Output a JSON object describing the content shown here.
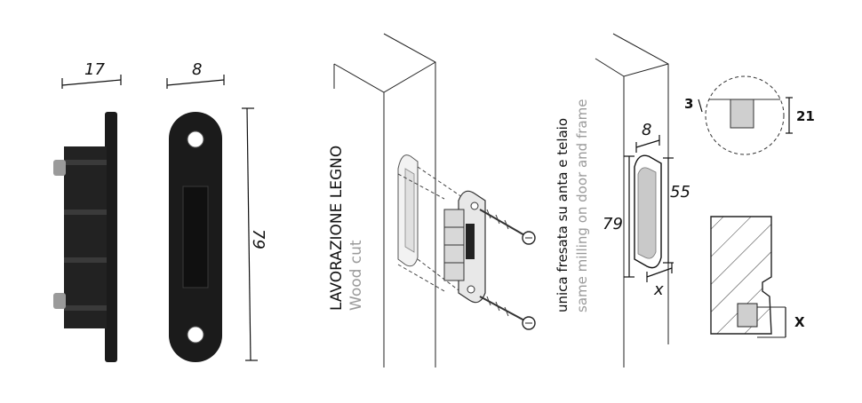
{
  "panels": {
    "side_view": {
      "width_label": "17"
    },
    "front_view": {
      "width_label": "8",
      "height_label": "79"
    },
    "wood_cut": {
      "title": "LAVORAZIONE LEGNO",
      "subtitle": "Wood cut"
    },
    "milling": {
      "caption_it": "unica fresata su anta e telaio",
      "caption_en": "same milling on door and frame",
      "slot_width_label": "8",
      "slot_inner_label": "55",
      "slot_outer_label": "79",
      "offset_label": "x"
    },
    "detail": {
      "left_label": "3",
      "right_label": "21",
      "section_label": "X"
    }
  },
  "colors": {
    "hardware": "#1b1b1b",
    "line": "#222222",
    "light_text": "#9a9a9a",
    "pocket": "#c9c9c9"
  }
}
